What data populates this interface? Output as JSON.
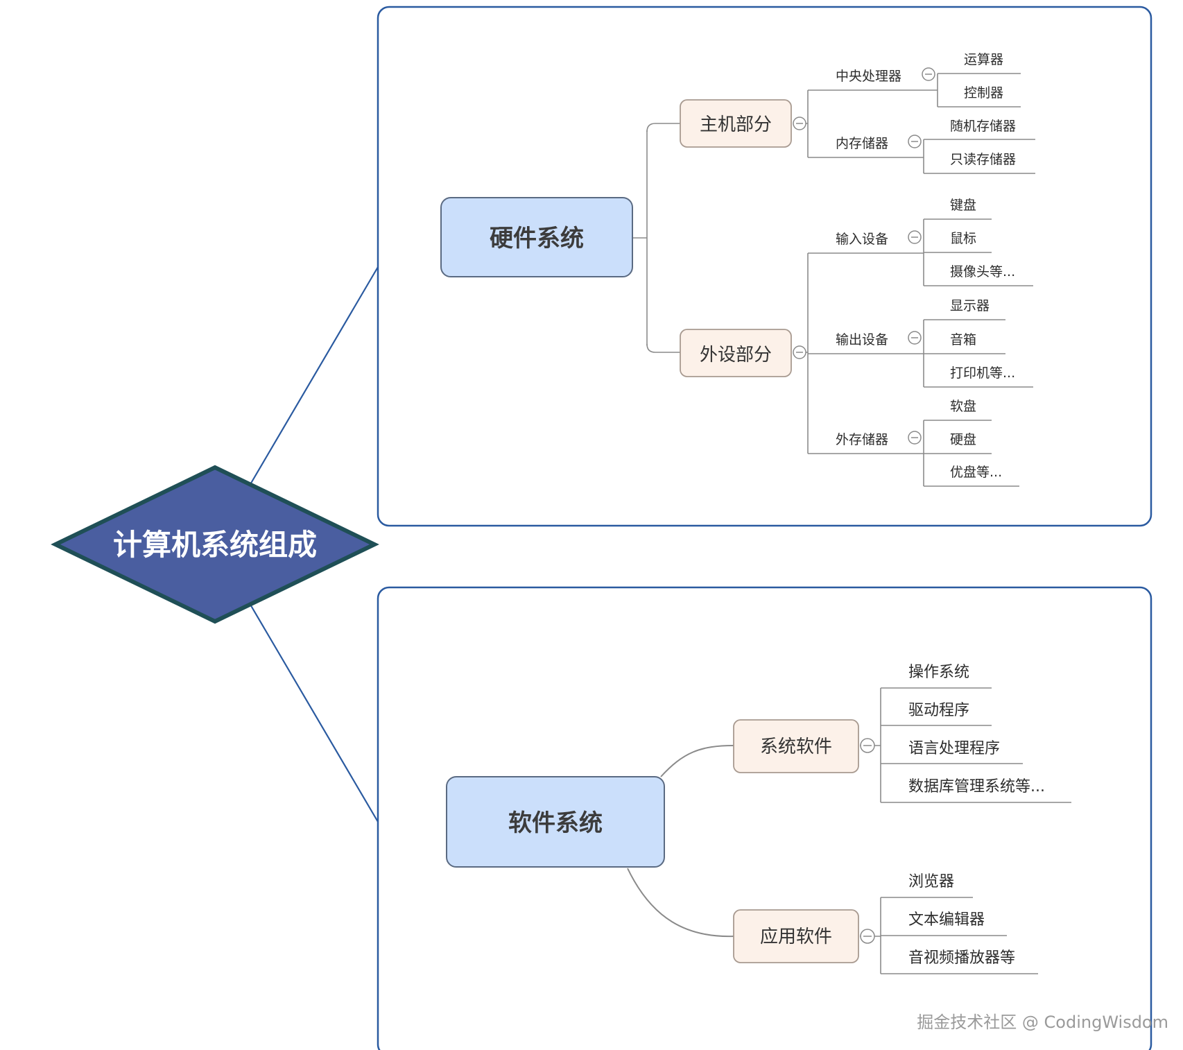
{
  "root": {
    "label": "计算机系统组成"
  },
  "hardware": {
    "label": "硬件系统",
    "host": {
      "label": "主机部分",
      "cpu": {
        "label": "中央处理器",
        "items": [
          "运算器",
          "控制器"
        ]
      },
      "memory": {
        "label": "内存储器",
        "items": [
          "随机存储器",
          "只读存储器"
        ]
      }
    },
    "peripheral": {
      "label": "外设部分",
      "input": {
        "label": "输入设备",
        "items": [
          "键盘",
          "鼠标",
          "摄像头等..."
        ]
      },
      "output": {
        "label": "输出设备",
        "items": [
          "显示器",
          "音箱",
          "打印机等..."
        ]
      },
      "storage": {
        "label": "外存储器",
        "items": [
          "软盘",
          "硬盘",
          "优盘等..."
        ]
      }
    }
  },
  "software": {
    "label": "软件系统",
    "system": {
      "label": "系统软件",
      "items": [
        "操作系统",
        "驱动程序",
        "语言处理程序",
        "数据库管理系统等..."
      ]
    },
    "application": {
      "label": "应用软件",
      "items": [
        "浏览器",
        "文本编辑器",
        "音视频播放器等"
      ]
    }
  },
  "watermark": "掘金技术社区 @ CodingWisdom"
}
